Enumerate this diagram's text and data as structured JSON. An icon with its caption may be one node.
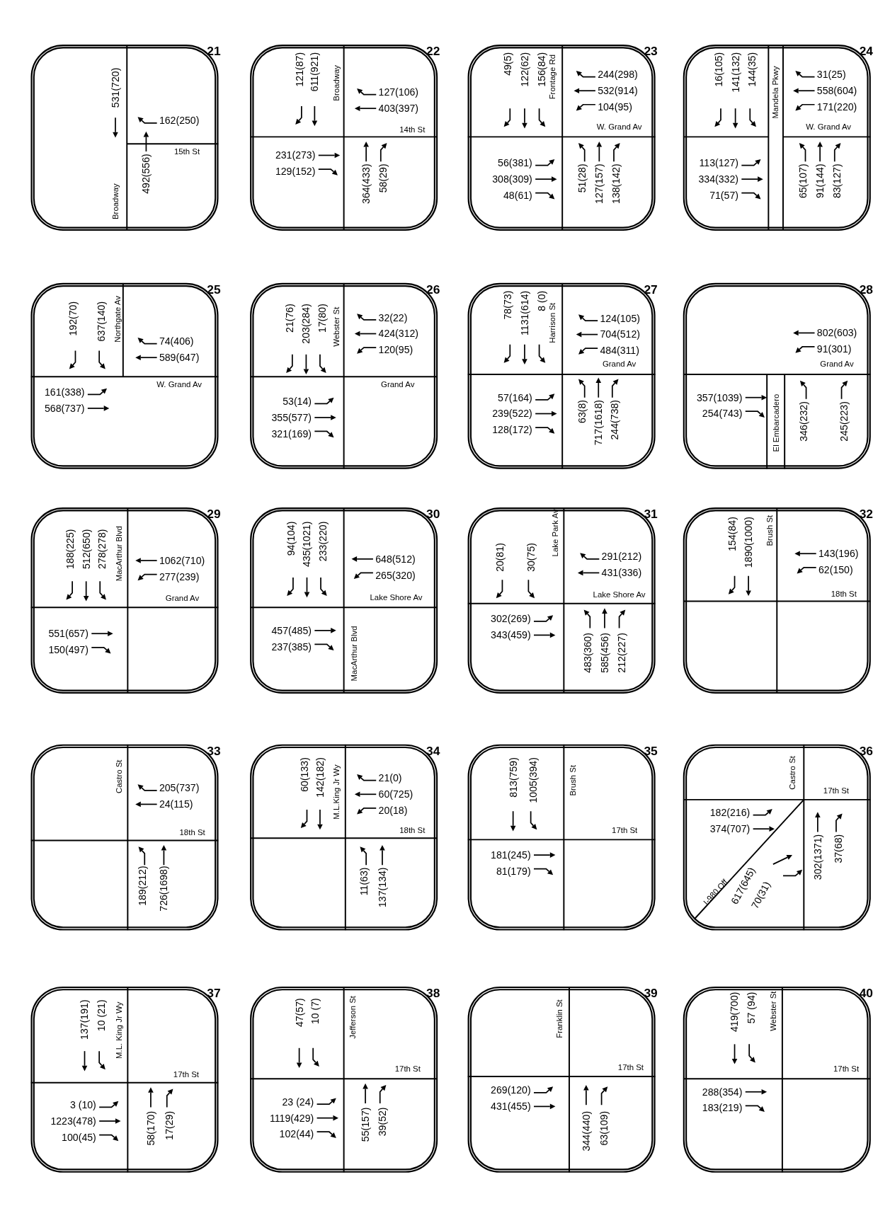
{
  "diagram": {
    "nodes": [
      {
        "text": [
          "21",
          "Broadway",
          "15th St",
          "531(720)",
          "162(250)",
          "492(556)"
        ]
      },
      {
        "text": [
          "22",
          "Broadway",
          "14th St",
          "121(87)",
          "611(921)",
          "127(106)",
          "403(397)",
          "231(273)",
          "129(152)",
          "364(433)",
          "58(29)"
        ]
      },
      {
        "text": [
          "23",
          "Frontage Rd",
          "W. Grand Av",
          "49(5)",
          "122(62)",
          "156(84)",
          "244(298)",
          "532(914)",
          "104(95)",
          "56(381)",
          "308(309)",
          "48(61)",
          "51(28)",
          "127(157)",
          "138(142)"
        ]
      },
      {
        "text": [
          "24",
          "Mandela Pkwy",
          "W. Grand Av",
          "16(105)",
          "141(132)",
          "144(35)",
          "31(25)",
          "558(604)",
          "171(220)",
          "113(127)",
          "334(332)",
          "71(57)",
          "65(107)",
          "91(144)",
          "83(127)"
        ]
      },
      {
        "text": [
          "25",
          "Northgate Av",
          "W. Grand Av",
          "192(70)",
          "637(140)",
          "74(406)",
          "589(647)",
          "161(338)",
          "568(737)"
        ]
      },
      {
        "text": [
          "26",
          "Webster St",
          "Grand Av",
          "21(76)",
          "203(284)",
          "17(80)",
          "32(22)",
          "424(312)",
          "120(95)",
          "53(14)",
          "355(577)",
          "321(169)"
        ]
      },
      {
        "text": [
          "27",
          "Harrison St",
          "Grand Av",
          "78(73)",
          "1131(614)",
          "8 (0)",
          "124(105)",
          "704(512)",
          "484(311)",
          "57(164)",
          "239(522)",
          "128(172)",
          "63(8)",
          "717(1618)",
          "244(738)"
        ]
      },
      {
        "text": [
          "28",
          "Grand Av",
          "El Embarcadero",
          "802(603)",
          "91(301)",
          "357(1039)",
          "254(743)",
          "346(232)",
          "245(223)"
        ]
      },
      {
        "text": [
          "29",
          "MacArthur Blvd",
          "Grand Av",
          "188(225)",
          "512(650)",
          "278(278)",
          "1062(710)",
          "277(239)",
          "551(657)",
          "150(497)"
        ]
      },
      {
        "text": [
          "30",
          "Lake Shore Av",
          "MacArthur Blvd",
          "94(104)",
          "435(1021)",
          "233(220)",
          "648(512)",
          "265(320)",
          "457(485)",
          "237(385)"
        ]
      },
      {
        "text": [
          "31",
          "Lake Park Av",
          "Lake Shore Av",
          "20(81)",
          "30(75)",
          "291(212)",
          "431(336)",
          "302(269)",
          "343(459)",
          "483(360)",
          "585(456)",
          "212(227)"
        ]
      },
      {
        "text": [
          "32",
          "Brush St",
          "18th St",
          "154(84)",
          "1890(1000)",
          "143(196)",
          "62(150)"
        ]
      },
      {
        "text": [
          "33",
          "Castro St",
          "18th St",
          "205(737)",
          "24(115)",
          "189(212)",
          "726(1698)"
        ]
      },
      {
        "text": [
          "34",
          "M.L.King Jr Wy",
          "18th St",
          "60(133)",
          "142(182)",
          "21(0)",
          "60(725)",
          "20(18)",
          "11(63)",
          "137(134)"
        ]
      },
      {
        "text": [
          "35",
          "Brush St",
          "17th St",
          "813(759)",
          "1005(394)",
          "181(245)",
          "81(179)"
        ]
      },
      {
        "text": [
          "36",
          "Castro St",
          "17th St",
          "I-980 Off",
          "182(216)",
          "374(707)",
          "617(645)",
          "70(31)",
          "302(1371)",
          "37(68)"
        ]
      },
      {
        "text": [
          "37",
          "M.L. King Jr Wy",
          "17th St",
          "137(191)",
          "10 (21)",
          "3 (10)",
          "1223(478)",
          "100(45)",
          "58(170)",
          "17(29)"
        ]
      },
      {
        "text": [
          "38",
          "Jefferson St",
          "17th St",
          "47(57)",
          "10 (7)",
          "23 (24)",
          "1119(429)",
          "102(44)",
          "55(157)",
          "39(52)"
        ]
      },
      {
        "text": [
          "39",
          "Franklin St",
          "17th St",
          "269(120)",
          "431(455)",
          "344(440)",
          "63(109)"
        ]
      },
      {
        "text": [
          "40",
          "Webster St",
          "17th St",
          "419(700)",
          "57 (94)",
          "288(354)",
          "183(219)"
        ]
      }
    ]
  }
}
